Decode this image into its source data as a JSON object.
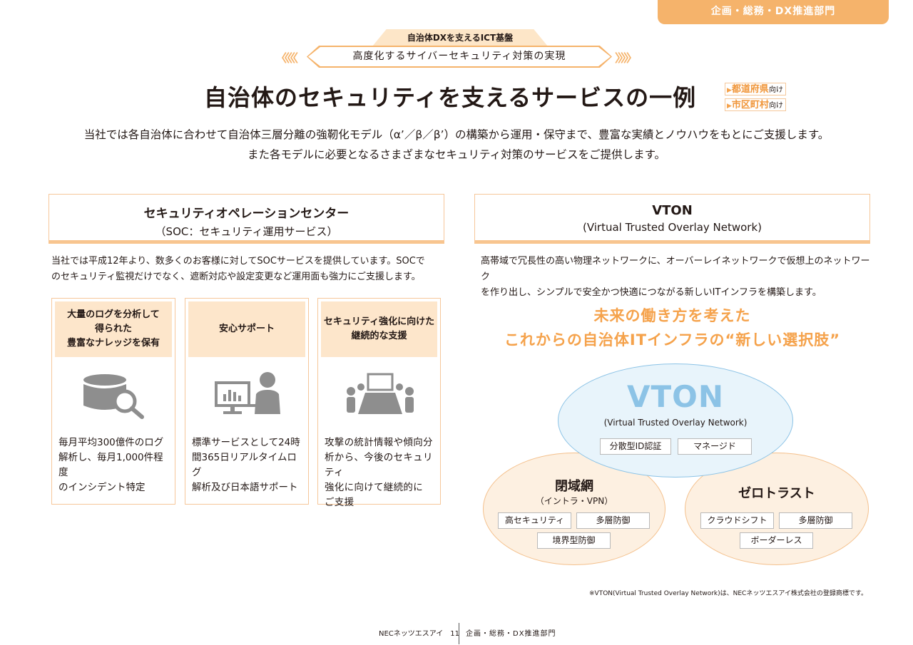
{
  "header": {
    "dept_tab": "企画・総務・DX推進部門",
    "banner_top": "自治体DXを支えるICT基盤",
    "banner_main": "高度化するサイバーセキュリティ対策の実現",
    "title": "自治体のセキュリティを支えるサービスの一例",
    "tags": [
      {
        "strong": "都道府県",
        "small": "向け"
      },
      {
        "strong": "市区町村",
        "small": "向け"
      }
    ]
  },
  "intro": {
    "line1": "当社では各自治体に合わせて自治体三層分離の強靭化モデル（α’／β／β’）の構築から運用・保守まで、豊富な実績とノウハウをもとにご支援します。",
    "line2": "また各モデルに必要となるさまざまなセキュリティ対策のサービスをご提供します。"
  },
  "soc": {
    "title": "セキュリティオペレーションセンター",
    "subtitle": "（SOC：セキュリティ運用サービス）",
    "desc1": "当社では平成12年より、数多くのお客様に対してSOCサービスを提供しています。SOCで",
    "desc2": "のセキュリティ監視だけでなく、遮断対応や設定変更など運用面も強力にご支援します。",
    "features": [
      {
        "head": [
          "大量のログを分析して",
          "得られた",
          "豊富なナレッジを保有"
        ],
        "icon": "database-search-icon",
        "text": [
          "毎月平均300億件のログ",
          "解析し、毎月1,000件程度",
          "のインシデント特定"
        ]
      },
      {
        "head": [
          "安心サポート"
        ],
        "icon": "operator-monitor-icon",
        "text": [
          "標準サービスとして24時",
          "間365日リアルタイムログ",
          "解析及び日本語サポート"
        ]
      },
      {
        "head": [
          "セキュリティ強化に向けた",
          "継続的な支援"
        ],
        "icon": "meeting-icon",
        "text": [
          "攻撃の統計情報や傾向分",
          "析から、今後のセキュリティ",
          "強化に向けて継続的に",
          "ご支援"
        ]
      }
    ]
  },
  "vton": {
    "title": "VTON",
    "subtitle": "(Virtual Trusted Overlay Network)",
    "desc1": "高帯域で冗長性の高い物理ネットワークに、オーバーレイネットワークで仮想上のネットワーク",
    "desc2": "を作り出し、シンプルで安全かつ快適につながる新しいITインフラを構築します。",
    "future1": "未来の働き方を考えた",
    "future2": "これからの自治体ITインフラの“新しい選択肢”",
    "diagram": {
      "logo": "VTON",
      "logo_sub": "(Virtual Trusted Overlay Network)",
      "vton_pills": [
        "分散型ID認証",
        "マネージド"
      ],
      "left_title": "閉域網",
      "left_sub": "（イントラ・VPN）",
      "left_pills": [
        "高セキュリティ",
        "多層防御",
        "境界型防御"
      ],
      "right_title": "ゼロトラスト",
      "right_pills": [
        "クラウドシフト",
        "多層防御",
        "ボーダーレス"
      ]
    },
    "note": "※VTON(Virtual Trusted Overlay Network)は、NECネッツエスアイ株式会社の登録商標です。"
  },
  "footer": {
    "left": "NECネッツエスアイ　11",
    "right": "企画・総務・DX推進部門"
  },
  "colors": {
    "accent": "#f5b36b",
    "accent_text": "#f5a24b",
    "vton_blue": "#8cc3e6",
    "light_orange": "#fde6cb"
  }
}
